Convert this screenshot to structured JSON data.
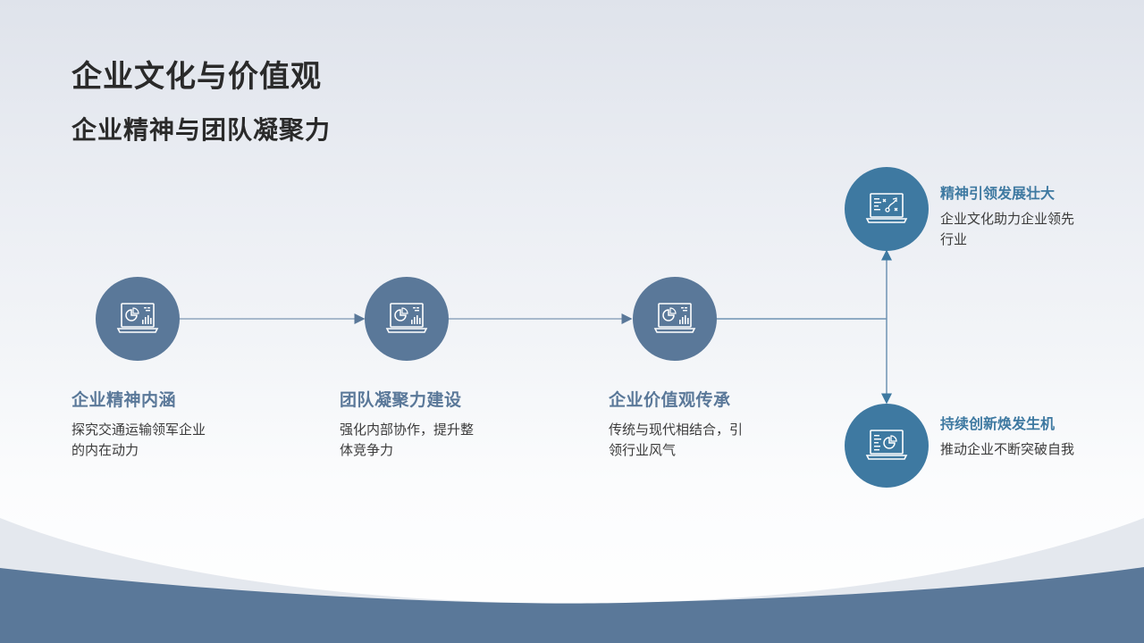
{
  "header": {
    "title": "企业文化与价值观",
    "subtitle": "企业精神与团队凝聚力"
  },
  "colors": {
    "main_node": "#5a7899",
    "branch_node": "#3e79a1",
    "connector": "#7f9bb5",
    "wave_dark": "#5a7899",
    "wave_light": "#e4e8ee",
    "text_dark": "#2a2a2a"
  },
  "steps": [
    {
      "title": "企业精神内涵",
      "desc": "探究交通运输领军企业的内在动力",
      "icon": "laptop-chart-icon"
    },
    {
      "title": "团队凝聚力建设",
      "desc": "强化内部协作，提升整体竞争力",
      "icon": "laptop-chart-icon"
    },
    {
      "title": "企业价值观传承",
      "desc": "传统与现代相结合，引领行业风气",
      "icon": "laptop-chart-icon"
    }
  ],
  "branches": [
    {
      "title": "精神引领发展壮大",
      "desc": "企业文化助力企业领先行业",
      "icon": "laptop-strategy-icon"
    },
    {
      "title": "持续创新焕发生机",
      "desc": "推动企业不断突破自我",
      "icon": "laptop-report-icon"
    }
  ]
}
